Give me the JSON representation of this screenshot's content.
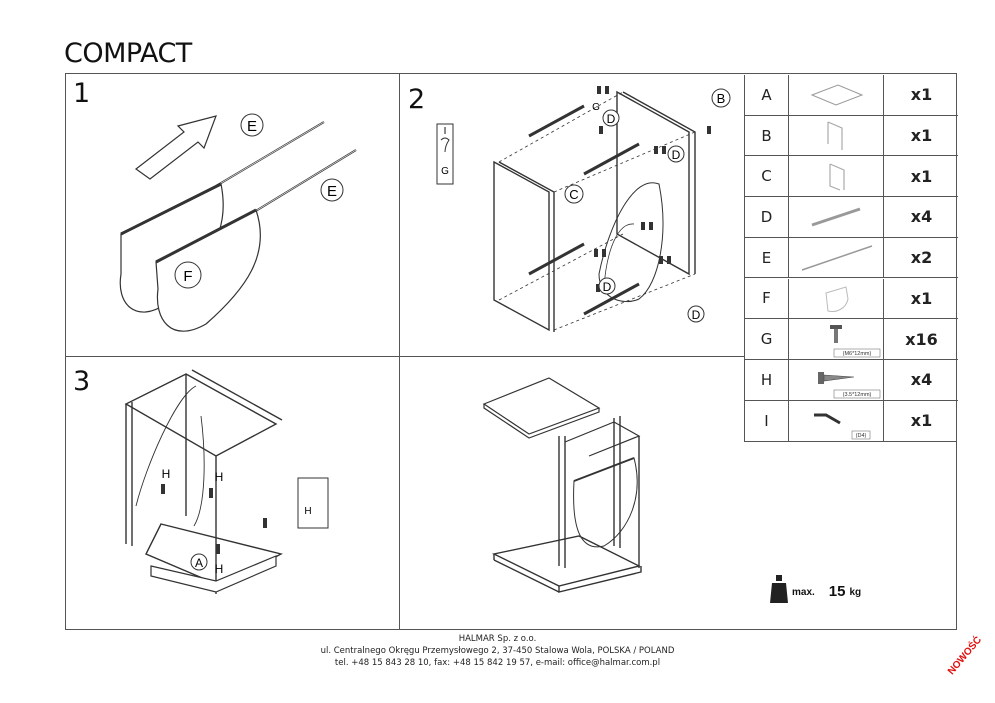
{
  "title": "COMPACT",
  "steps": [
    {
      "number": "1",
      "callouts": [
        "E",
        "E",
        "F"
      ]
    },
    {
      "number": "2",
      "callouts": [
        "B",
        "C",
        "D",
        "D",
        "D",
        "D",
        "G",
        "G",
        "I"
      ]
    },
    {
      "number": "3",
      "callouts": [
        "A",
        "H",
        "H",
        "H",
        "H"
      ]
    }
  ],
  "parts": [
    {
      "letter": "A",
      "qty": "x1",
      "spec": ""
    },
    {
      "letter": "B",
      "qty": "x1",
      "spec": ""
    },
    {
      "letter": "C",
      "qty": "x1",
      "spec": ""
    },
    {
      "letter": "D",
      "qty": "x4",
      "spec": ""
    },
    {
      "letter": "E",
      "qty": "x2",
      "spec": ""
    },
    {
      "letter": "F",
      "qty": "x1",
      "spec": ""
    },
    {
      "letter": "G",
      "qty": "x16",
      "spec": "(M6*12mm)"
    },
    {
      "letter": "H",
      "qty": "x4",
      "spec": "(3.5*12mm)"
    },
    {
      "letter": "I",
      "qty": "x1",
      "spec": "(D4)"
    }
  ],
  "max_load": {
    "label": "max.",
    "value": "15",
    "unit": "kg"
  },
  "footer": {
    "company": "HALMAR Sp. z o.o.",
    "address": "ul. Centralnego Okręgu Przemysłowego 2, 37-450 Stalowa Wola, POLSKA / POLAND",
    "contact": "tel. +48 15 843 28 10, fax: +48 15 842 19 57, e-mail: office@halmar.com.pl"
  },
  "badge": "NOWOŚĆ",
  "colors": {
    "line": "#555555",
    "text": "#111111",
    "badge": "#e01010"
  }
}
